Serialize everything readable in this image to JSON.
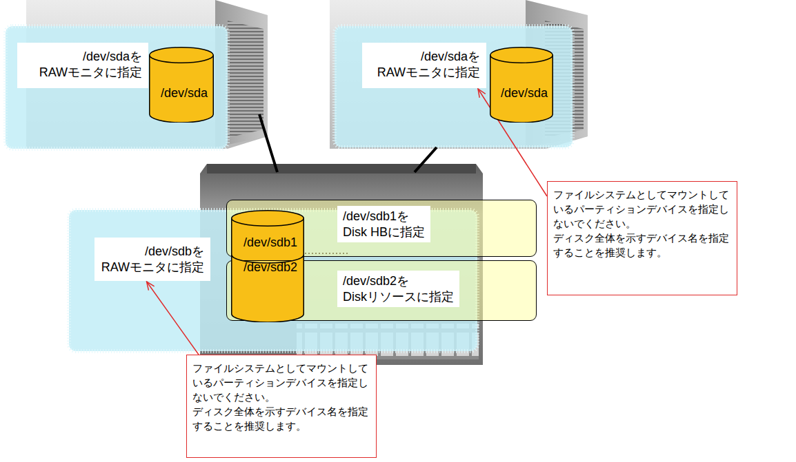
{
  "diagram": {
    "nodes": [
      {
        "text": [
          "/dev/sdaを RAWモニタに指定"
        ]
      },
      {
        "text": [
          "/dev/sda"
        ]
      },
      {
        "text": [
          "/dev/sdaを RAWモニタに指定"
        ]
      },
      {
        "text": [
          "/dev/sda"
        ]
      },
      {
        "text": [
          "/dev/sdbを RAWモニタに指定"
        ]
      },
      {
        "text": [
          "/dev/sdb1を Disk HBに指定"
        ]
      },
      {
        "text": [
          "/dev/sdb1"
        ],
        "in": 5
      },
      {
        "text": [
          "/dev/sdb2を Diskリソースに指定"
        ]
      },
      {
        "text": [
          "/dev/sdb2"
        ],
        "in": 7
      },
      {
        "text": [
          "ファイルシステムとしてマウントしているパーティションデバイスを指定しないでください。",
          "ディスク全体を示すデバイス名を指定することを推奨します。"
        ]
      },
      {
        "text": [
          "ファイルシステムとしてマウントしているパーティションデバイスを指定しないでください。",
          "ディスク全体を示すデバイス名を指定することを推奨します。"
        ]
      }
    ],
    "edges": [
      {
        "from": 9,
        "to": 2,
        "arrow": "to"
      },
      {
        "from": 10,
        "to": 4,
        "arrow": "to"
      }
    ]
  }
}
